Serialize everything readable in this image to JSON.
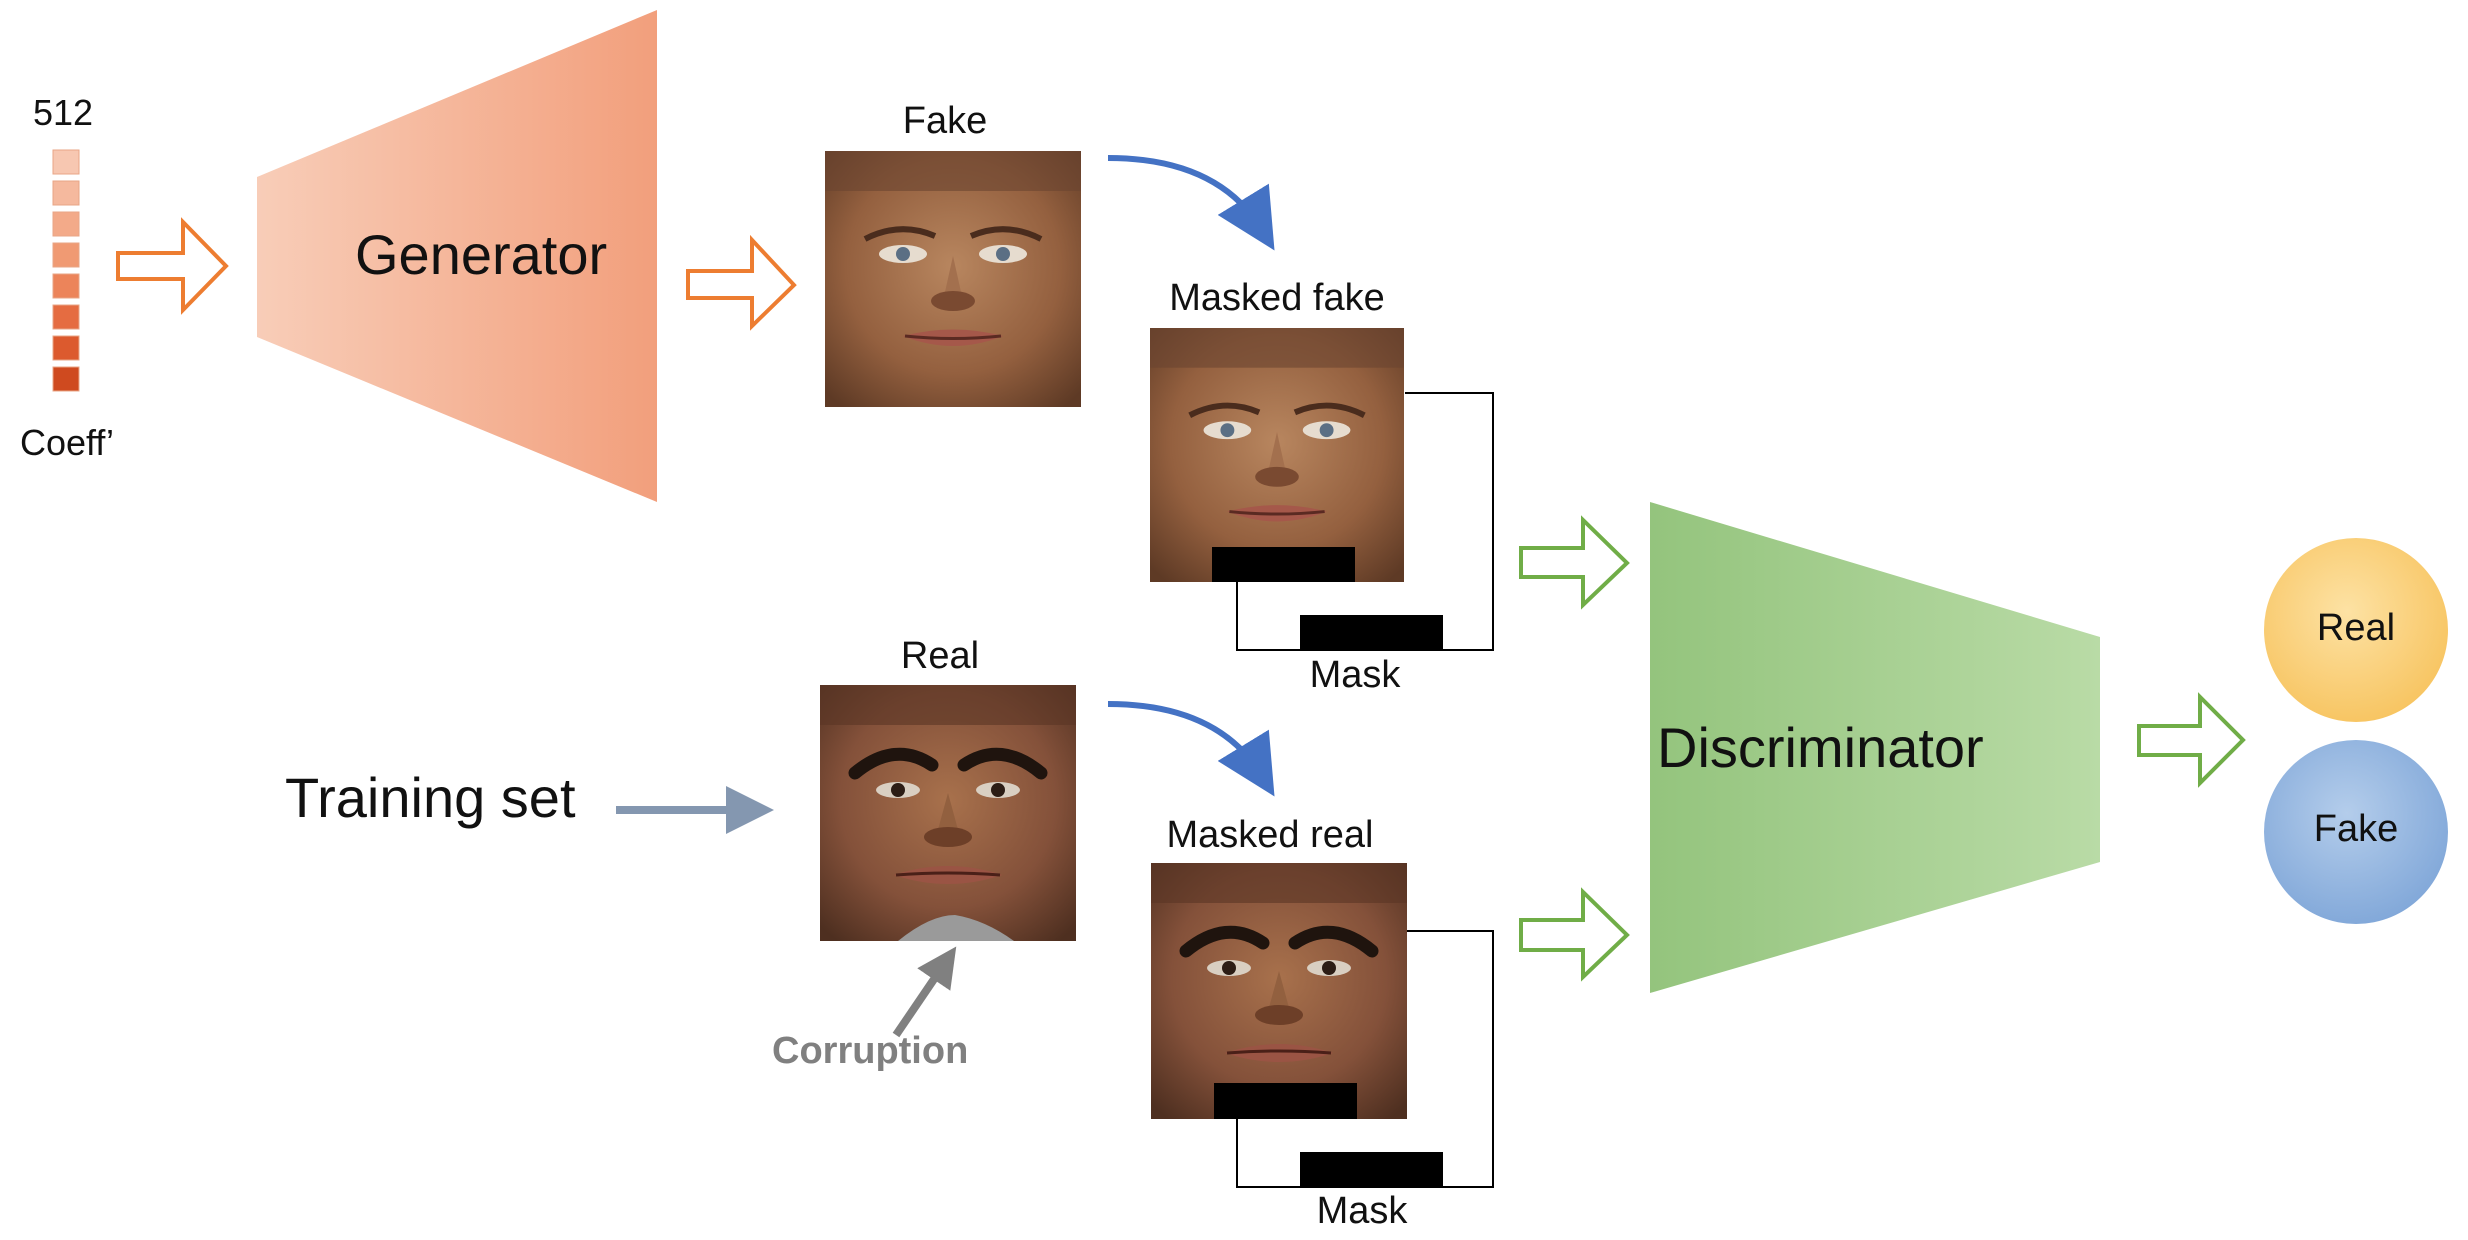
{
  "coeff": {
    "dim_label": "512",
    "name_label": "Coeff’",
    "cell_colors": [
      "#f7c7b1",
      "#f5b99e",
      "#f3aa89",
      "#f09a73",
      "#ec845a",
      "#e56c41",
      "#dc5a2e",
      "#cf4a1f"
    ]
  },
  "generator": {
    "label": "Generator",
    "color_from": "#f8cdb8",
    "color_to": "#f29f7c"
  },
  "fake": {
    "title": "Fake",
    "masked_title": "Masked fake",
    "mask_label": "Mask"
  },
  "real": {
    "title": "Real",
    "masked_title": "Masked real",
    "mask_label": "Mask",
    "corruption_label": "Corruption"
  },
  "training_set_label": "Training set",
  "discriminator": {
    "label": "Discriminator",
    "color_from": "#94c47d",
    "color_to": "#b9dba6"
  },
  "outputs": {
    "real_label": "Real",
    "fake_label": "Fake",
    "real_color": "#f9cb6c",
    "fake_color": "#8fb3df"
  },
  "colors": {
    "orange_arrow": "#ed7d31",
    "green_arrow": "#70ad47",
    "blue_arrow": "#4472c4",
    "gray_arrow": "#8497b0",
    "corruption_arrow": "#808080"
  },
  "icons": [
    "face-image"
  ]
}
